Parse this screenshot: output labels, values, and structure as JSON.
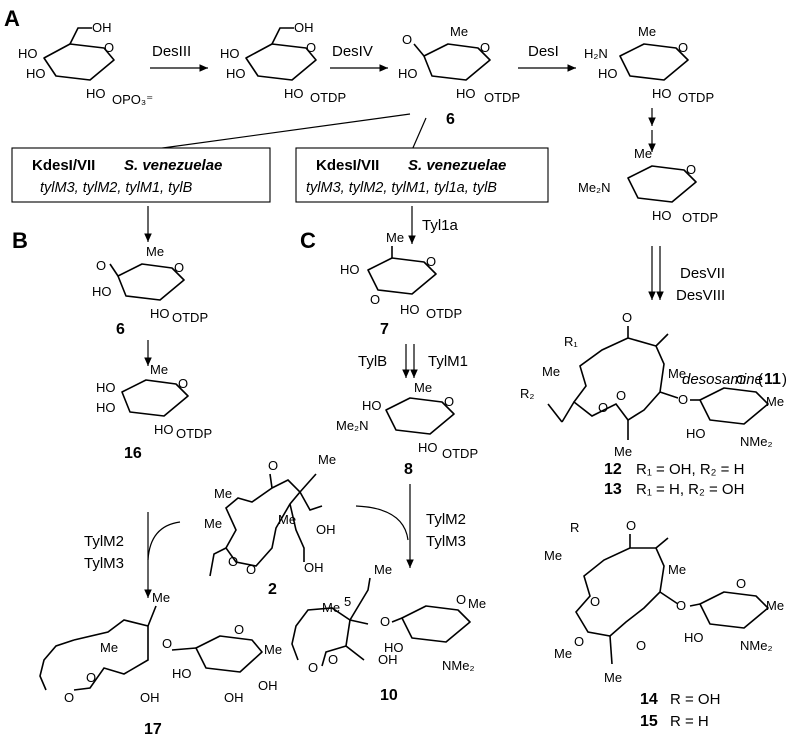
{
  "panels": {
    "a": "A",
    "b": "B",
    "c": "C"
  },
  "enzymes": {
    "des3": "DesIII",
    "des4": "DesIV",
    "des1": "DesI",
    "des78": [
      "DesVII",
      "DesVIII"
    ],
    "tyl1a": "Tyl1a",
    "tylB": "TylB",
    "tylM1": "TylM1",
    "tylM23_left": [
      "TylM2",
      "TylM3"
    ],
    "tylM23_mid": [
      "TylM2",
      "TylM3"
    ]
  },
  "boxes": {
    "left": {
      "title": "KdesI/VII",
      "species": "S. venezuelae",
      "genes": "tylM3, tylM2, tylM1, tylB"
    },
    "right": {
      "title": "KdesI/VII",
      "species": "S. venezuelae",
      "genes": "tylM3, tylM2, tylM1, tyl1a, tylB"
    }
  },
  "compounds": {
    "c6": "6",
    "c6b": "6",
    "c16": "16",
    "c7": "7",
    "c8": "8",
    "c2": "2",
    "c10": "10",
    "c17": "17",
    "c12": {
      "num": "12",
      "rest": "R₁ = OH, R₂ = H"
    },
    "c13": {
      "num": "13",
      "rest": "R₁ = H, R₂ = OH"
    },
    "c14": {
      "num": "14",
      "rest": "R = OH"
    },
    "c15": {
      "num": "15",
      "rest": "R = H"
    }
  },
  "desosamine": {
    "name": "desosamine",
    "num": "11"
  },
  "atoms": {
    "OH": "HO",
    "OPO3": "OPO₃⁼",
    "OTDP": "OTDP",
    "Me": "Me",
    "O": "O",
    "OH_r": "OH",
    "H2N": "H₂N",
    "Me2N": "Me₂N",
    "NMe2": "NMe₂",
    "R": "R",
    "R1": "R₁",
    "R2": "R₂",
    "five": "5"
  }
}
